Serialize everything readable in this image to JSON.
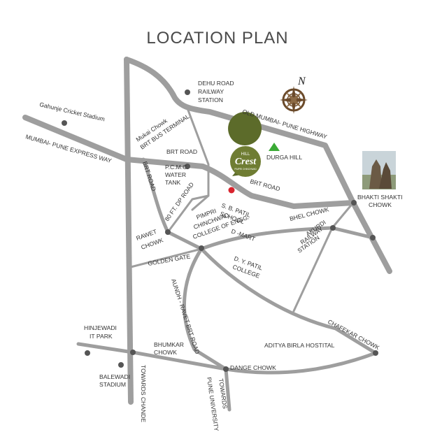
{
  "title": "LOCATION PLAN",
  "project": {
    "logo_top": "HILL",
    "logo_main": "Crest",
    "logo_sub": "PIMPRI CHINCHWAD"
  },
  "compass": {
    "north_label": "N"
  },
  "landmarks": {
    "durga_hill": "DURGA HILL",
    "bhakti_shakti": [
      "BHAKTI SHAKTI",
      "CHOWK"
    ]
  },
  "labels": {
    "dehu_road": [
      "DEHU ROAD",
      "RAILWAY",
      "STATION"
    ],
    "old_highway": "OLD MUMBAI- PUNE HIGHWAY",
    "gahunje": "Gahunje Cricket Stadium",
    "express_way": "MUMBAI- PUNE EXPRESS WAY",
    "mukai": [
      "Mukai Chowk",
      "BRT BUS TERMINAL"
    ],
    "brt_road_top": "BRT ROAD",
    "brt_road_left": "BRT ROAD",
    "brt_road_right": "BRT ROAD",
    "pcmc_tank": [
      "P.C.M.C.",
      "WATER",
      "TANK"
    ],
    "dp_road": "80 FT. DP ROAD",
    "sb_patil": [
      "S. B. PATIL",
      "SCHOOL"
    ],
    "d_mart": "D -MART",
    "pccoe": [
      "PIMPRI",
      "CHINCHWAD",
      "COLLEGE OF ENGG."
    ],
    "rawet": [
      "RAWET",
      "CHOWK"
    ],
    "bhel": "BHEL CHOWK",
    "akurdi": [
      "AKURDI",
      "RAILWAY",
      "STATION"
    ],
    "golden_gate": "GOLDEN GATE",
    "dy_patil": [
      "D. Y. PATIL",
      "COLLEGE"
    ],
    "aundh_ravet": "AUNDH - RAVET BRT ROAD",
    "chafekar": "CHAFEKAR CHOWK",
    "aditya_birla": "ADITYA BIRLA HOSTITAL",
    "hinjewadi": [
      "HINJEWADI",
      "IT PARK"
    ],
    "bhumkar": [
      "BHUMKAR",
      "CHOWK"
    ],
    "balewadi": [
      "BALEWADI",
      "STADIUM"
    ],
    "dange": "DANGE CHOWK",
    "towards_chande": "TOWARDS CHANDE",
    "towards_pune_univ": [
      "TOWARDS",
      "PUNE UNIVERSITY"
    ]
  },
  "colors": {
    "road": "#9e9e9e",
    "dot": "#555555",
    "marker": "#d9232d",
    "logo_green": "#5c6b2a",
    "durga_green": "#3aaa35"
  }
}
